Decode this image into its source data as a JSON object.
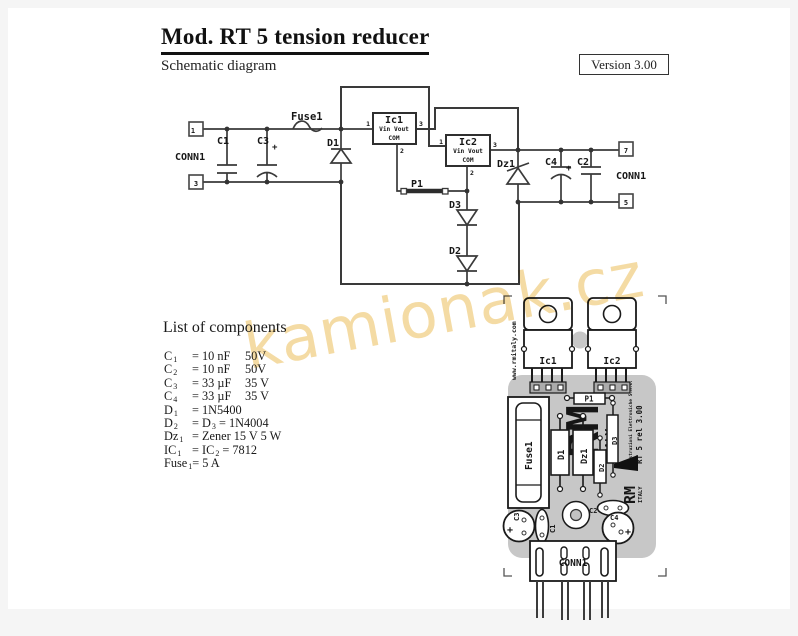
{
  "header": {
    "title": "Mod. RT 5 tension reducer",
    "subtitle": "Schematic diagram",
    "version": "Version 3.00"
  },
  "watermark": {
    "text": "kamionak.cz",
    "color": "#f4d89c"
  },
  "schematic": {
    "conn_left": "CONN1",
    "conn_right": "CONN1",
    "pin_1": "1",
    "pin_3": "3",
    "pin_7": "7",
    "pin_5": "5",
    "c1": "C1",
    "c3": "C3",
    "c3_plus": "+",
    "fuse": "Fuse1",
    "d1": "D1",
    "ic1": {
      "name": "Ic1",
      "pins": "Vin Vout",
      "com": "COM",
      "p1": "1",
      "p2": "2",
      "p3": "3"
    },
    "ic2": {
      "name": "Ic2",
      "pins": "Vin Vout",
      "com": "COM",
      "p1": "1",
      "p2": "2",
      "p3": "3"
    },
    "p1": "P1",
    "d3": "D3",
    "d2": "D2",
    "dz1": "Dz1",
    "c4": "C4",
    "c4_plus": "+",
    "c2": "C2"
  },
  "components_list": {
    "heading": "List of components",
    "rows": [
      {
        "name": [
          {
            "t": "C"
          },
          {
            "t": "1",
            "sub": true
          }
        ],
        "rest": [
          {
            "t": "= 10 nF"
          }
        ],
        "volt": "50V"
      },
      {
        "name": [
          {
            "t": "C"
          },
          {
            "t": "2",
            "sub": true
          }
        ],
        "rest": [
          {
            "t": "= 10 nF"
          }
        ],
        "volt": "50V"
      },
      {
        "name": [
          {
            "t": "C"
          },
          {
            "t": "3",
            "sub": true
          }
        ],
        "rest": [
          {
            "t": "= 33 µF"
          }
        ],
        "volt": "35 V"
      },
      {
        "name": [
          {
            "t": "C"
          },
          {
            "t": "4",
            "sub": true
          }
        ],
        "rest": [
          {
            "t": "= 33 µF"
          }
        ],
        "volt": "35 V"
      },
      {
        "name": [
          {
            "t": "D"
          },
          {
            "t": "1",
            "sub": true
          }
        ],
        "rest": [
          {
            "t": "= 1N5400"
          }
        ],
        "volt": ""
      },
      {
        "name": [
          {
            "t": "D"
          },
          {
            "t": "2",
            "sub": true
          }
        ],
        "rest": [
          {
            "t": "= D"
          },
          {
            "t": "3",
            "sub": true
          },
          {
            "t": " = 1N4004"
          }
        ],
        "volt": ""
      },
      {
        "name": [
          {
            "t": "Dz"
          },
          {
            "t": "1",
            "sub": true
          }
        ],
        "rest": [
          {
            "t": "= Zener  15 V 5 W"
          }
        ],
        "volt": ""
      },
      {
        "name": [
          {
            "t": "IC"
          },
          {
            "t": "1",
            "sub": true
          }
        ],
        "rest": [
          {
            "t": "= IC"
          },
          {
            "t": "2",
            "sub": true
          },
          {
            "t": " = 7812"
          }
        ],
        "volt": ""
      },
      {
        "name": [
          {
            "t": "Fuse"
          },
          {
            "t": "1",
            "sub": true
          }
        ],
        "rest": [
          {
            "t": "= 5 A"
          }
        ],
        "volt": ""
      }
    ]
  },
  "pcb": {
    "site": "www.rmitaly.com",
    "ic1": "Ic1",
    "ic2": "Ic2",
    "p1": "P1",
    "fuse": "Fuse1",
    "d1": "D1",
    "dz1": "Dz1",
    "d2": "D2",
    "d3": "D3",
    "maker": "Costruzioni Elettroniche S.n.c.",
    "release": "RT 5 rel 3.00",
    "logo_rm": "RM",
    "logo_italy": "ITALY",
    "ghost_rm": "RM",
    "ghost_italy": "ITALY",
    "ghost_mirror": "ITALY RT 5",
    "c3": "C3",
    "c3_plus": "+",
    "c1": "C1",
    "c2": "C2",
    "c4": "C4",
    "c4_plus": "+",
    "conn": "CONN1"
  }
}
